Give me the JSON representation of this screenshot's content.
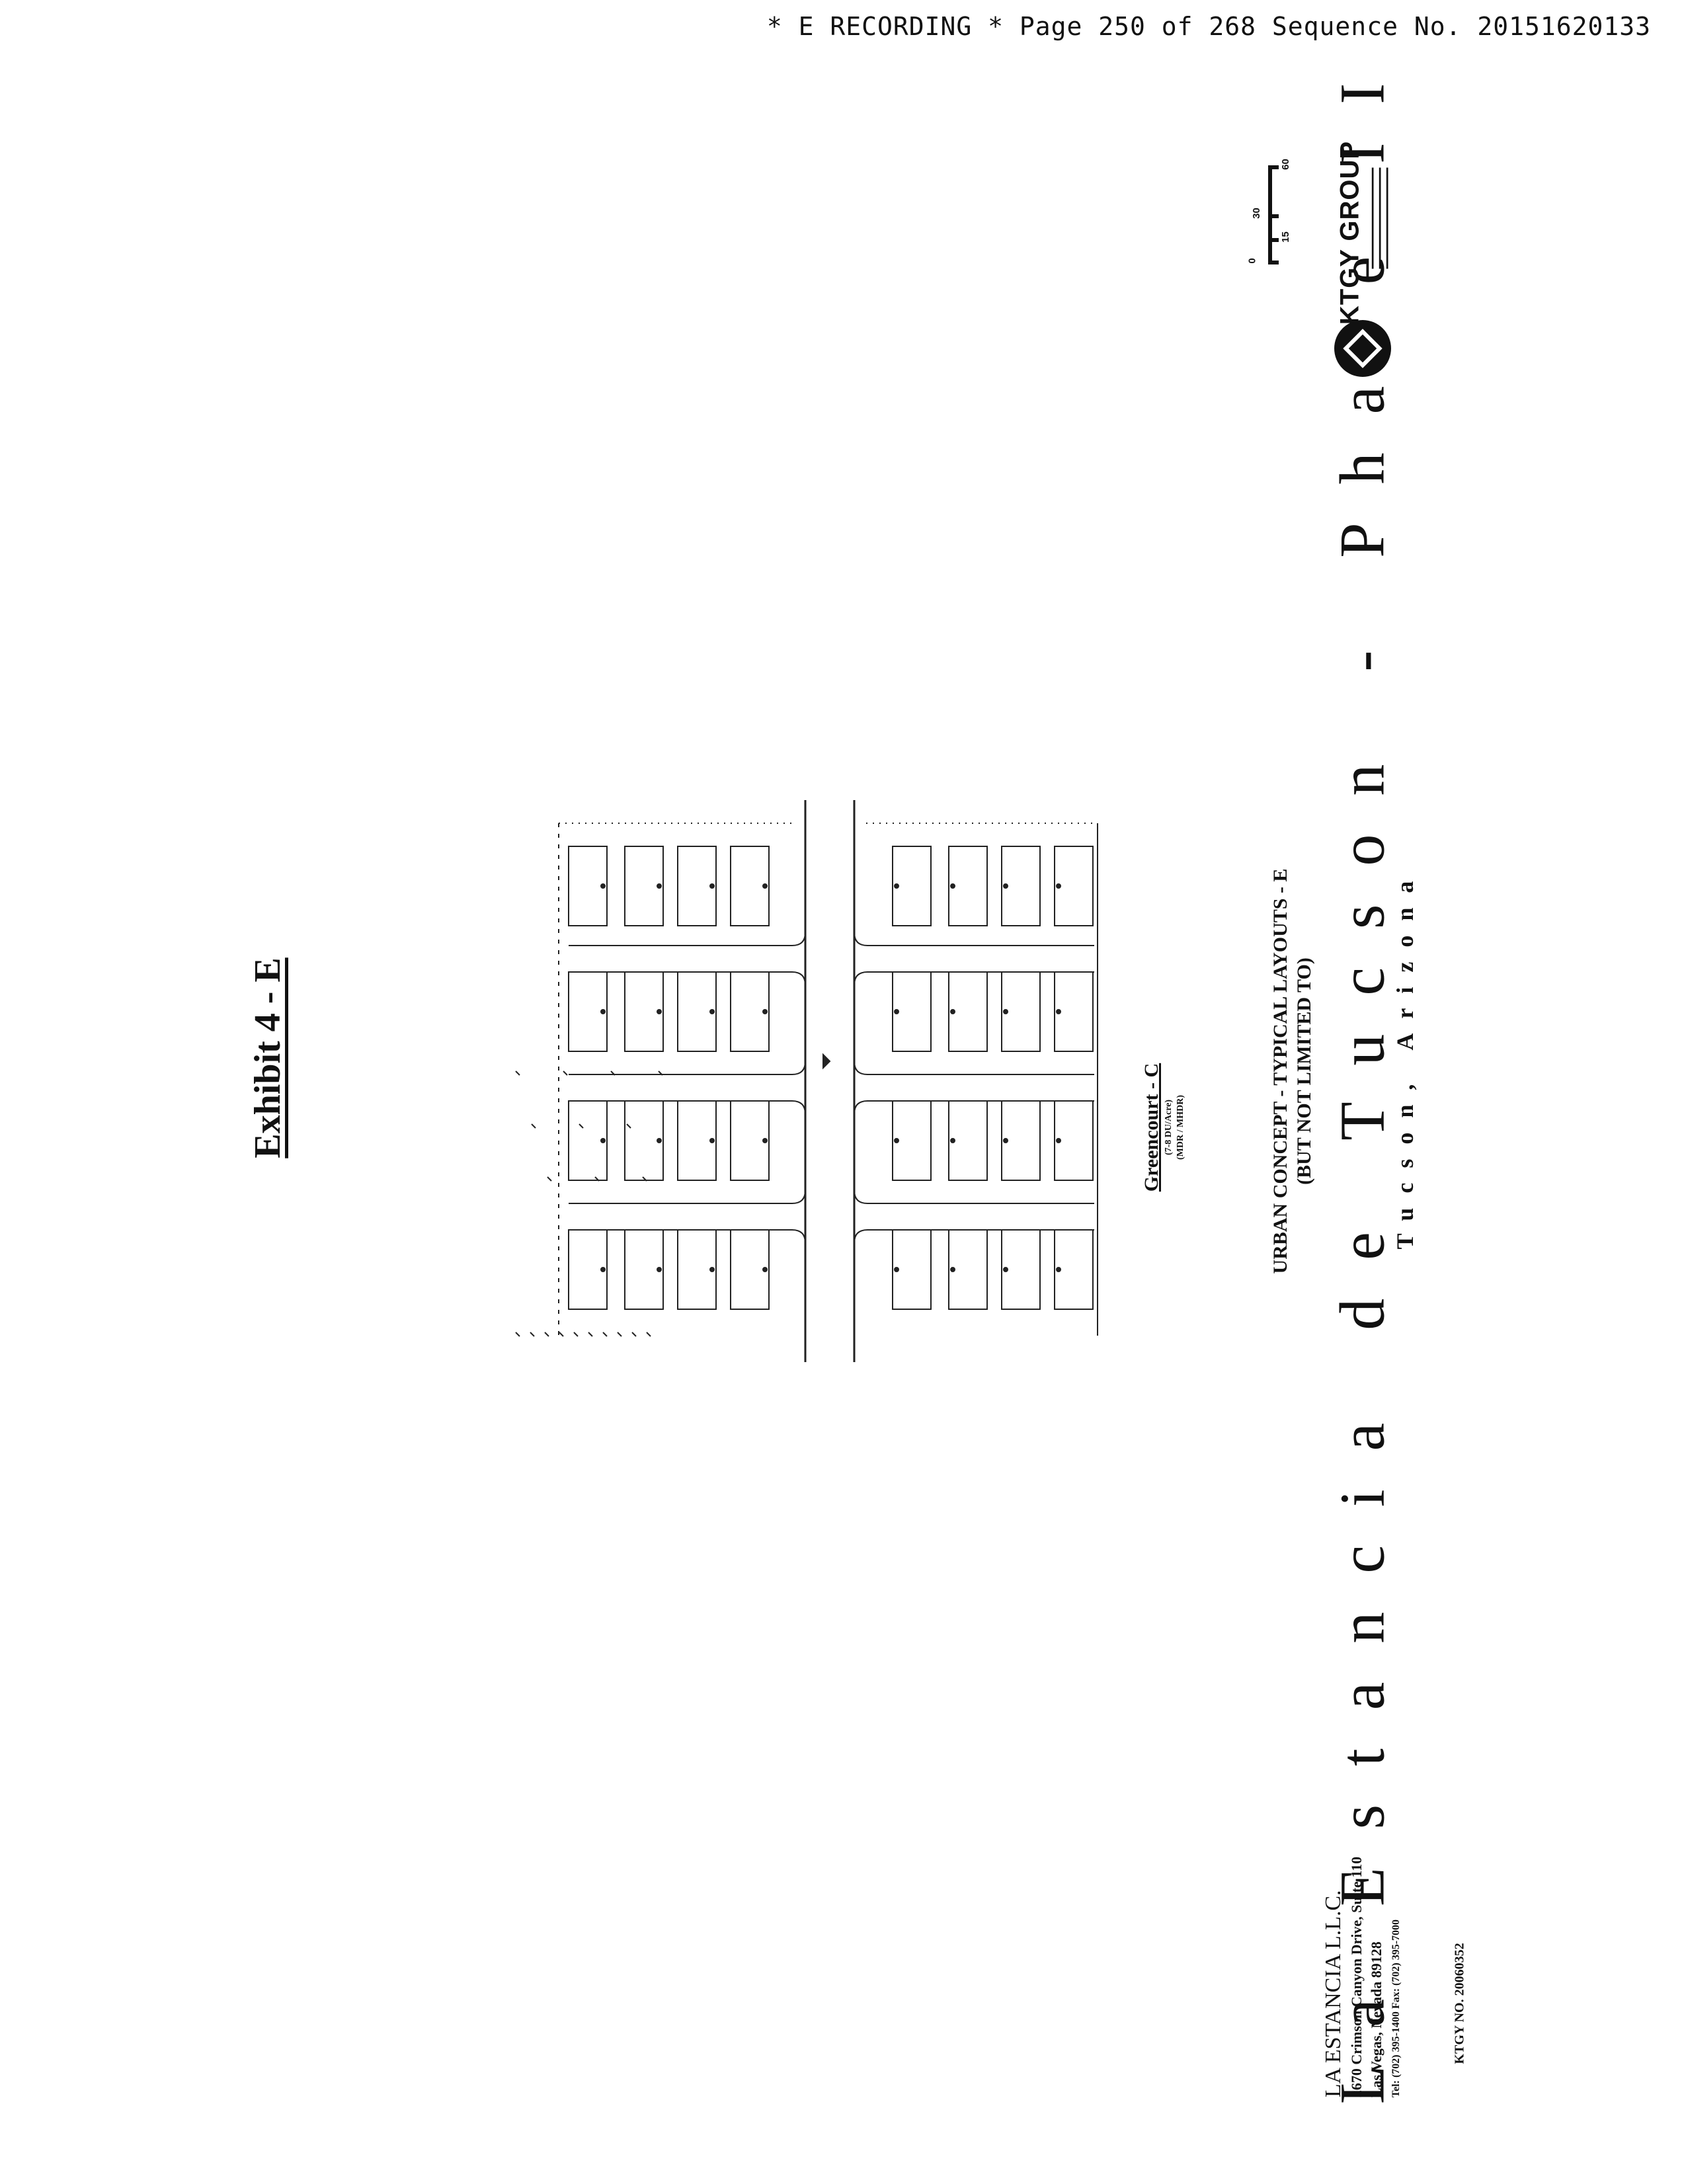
{
  "header": {
    "text": "* E RECORDING * Page 250 of 268 Sequence No. 20151620133"
  },
  "exhibit_title": "Exhibit 4 - E",
  "site_plan": {
    "name": "Greencourt - C",
    "density": "(7-8 DU/Acre)",
    "zoning": "(MDR / MHDR)"
  },
  "concept": {
    "line1": "URBAN CONCEPT - TYPICAL LAYOUTS - E",
    "line2": "(BUT NOT LIMITED TO)"
  },
  "project": {
    "title": "La Estancia de Tucson - Phase II",
    "location": "Tucson, Arizona"
  },
  "client": {
    "name": "LA ESTANCIA L.L.C.",
    "address1": "2670 Crimson Canyon Drive, Suite 110",
    "address2": "Las Vegas, Nevada 89128",
    "phone": "Tel: (702) 395-1400    Fax: (702) 395-7000"
  },
  "ktgy_no": "KTGY NO. 20060352",
  "logo": {
    "text": "KTGY GROUP",
    "icon": "ktgy-diamond-logo-icon"
  },
  "scale_bar": {
    "labels": [
      "0",
      "15",
      "30",
      "60"
    ]
  },
  "icons": {
    "compass": "north-arrow-icon"
  }
}
